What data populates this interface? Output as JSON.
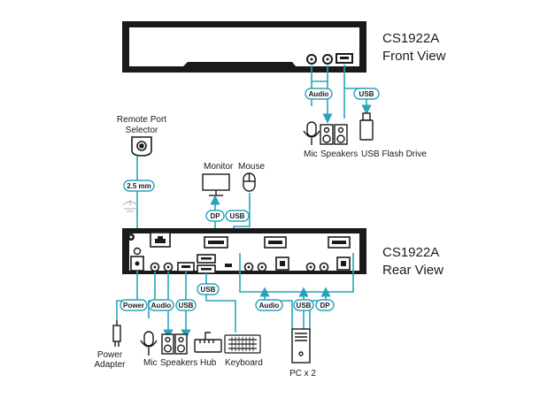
{
  "front": {
    "model": "CS1922A",
    "view": "Front View"
  },
  "rear": {
    "model": "CS1922A",
    "view": "Rear View"
  },
  "front_tags": {
    "audio": "Audio",
    "usb": "USB"
  },
  "front_devices": {
    "mic": "Mic",
    "speakers": "Speakers",
    "flash": "USB Flash Drive"
  },
  "remote": {
    "line1": "Remote Port",
    "line2": "Selector",
    "tag": "2.5 mm"
  },
  "top_devices": {
    "monitor": "Monitor",
    "mouse": "Mouse"
  },
  "top_tags": {
    "dp": "DP",
    "usb": "USB"
  },
  "rear_tags": {
    "power": "Power",
    "audio": "Audio",
    "usb": "USB",
    "usb_keyboard": "USB"
  },
  "rear_devices": {
    "power_line1": "Power",
    "power_line2": "Adapter",
    "mic": "Mic",
    "speakers": "Speakers",
    "hub": "Hub",
    "keyboard": "Keyboard"
  },
  "pc_tags": {
    "audio": "Audio",
    "usb": "USB",
    "dp": "DP"
  },
  "pc": {
    "label": "PC x 2"
  },
  "colors": {
    "accent": "#29a3bb",
    "device": "#1a1a1a",
    "tag_border": "#29a3bb"
  }
}
